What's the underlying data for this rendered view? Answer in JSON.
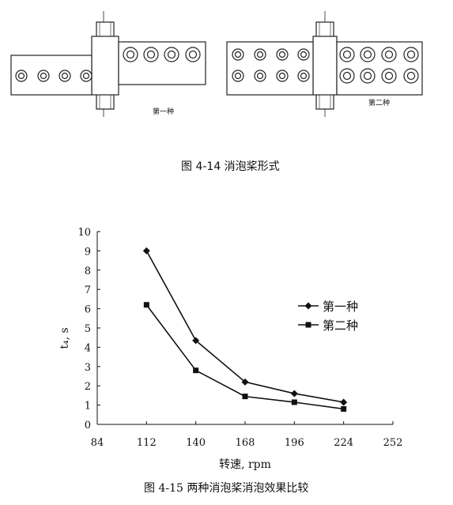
{
  "figure_4_14": {
    "left_label": "第一种",
    "right_label": "第二种",
    "caption": "图 4-14  消泡桨形式"
  },
  "figure_4_15": {
    "caption": "图 4-15  两种消泡桨消泡效果比较"
  },
  "chart_data": {
    "type": "line",
    "x": [
      112,
      140,
      168,
      196,
      224
    ],
    "series": [
      {
        "name": "第一种",
        "marker": "diamond",
        "values": [
          9.0,
          4.35,
          2.2,
          1.6,
          1.15
        ]
      },
      {
        "name": "第二种",
        "marker": "square",
        "values": [
          6.2,
          2.8,
          1.45,
          1.15,
          0.8
        ]
      }
    ],
    "xlabel": "转速, rpm",
    "ylabel": "t₄, s",
    "xlim": [
      84,
      252
    ],
    "ylim": [
      0,
      10
    ],
    "xticks": [
      84,
      112,
      140,
      168,
      196,
      224,
      252
    ],
    "yticks": [
      0,
      1,
      2,
      3,
      4,
      5,
      6,
      7,
      8,
      9,
      10
    ],
    "grid": false,
    "legend_position": "right"
  }
}
